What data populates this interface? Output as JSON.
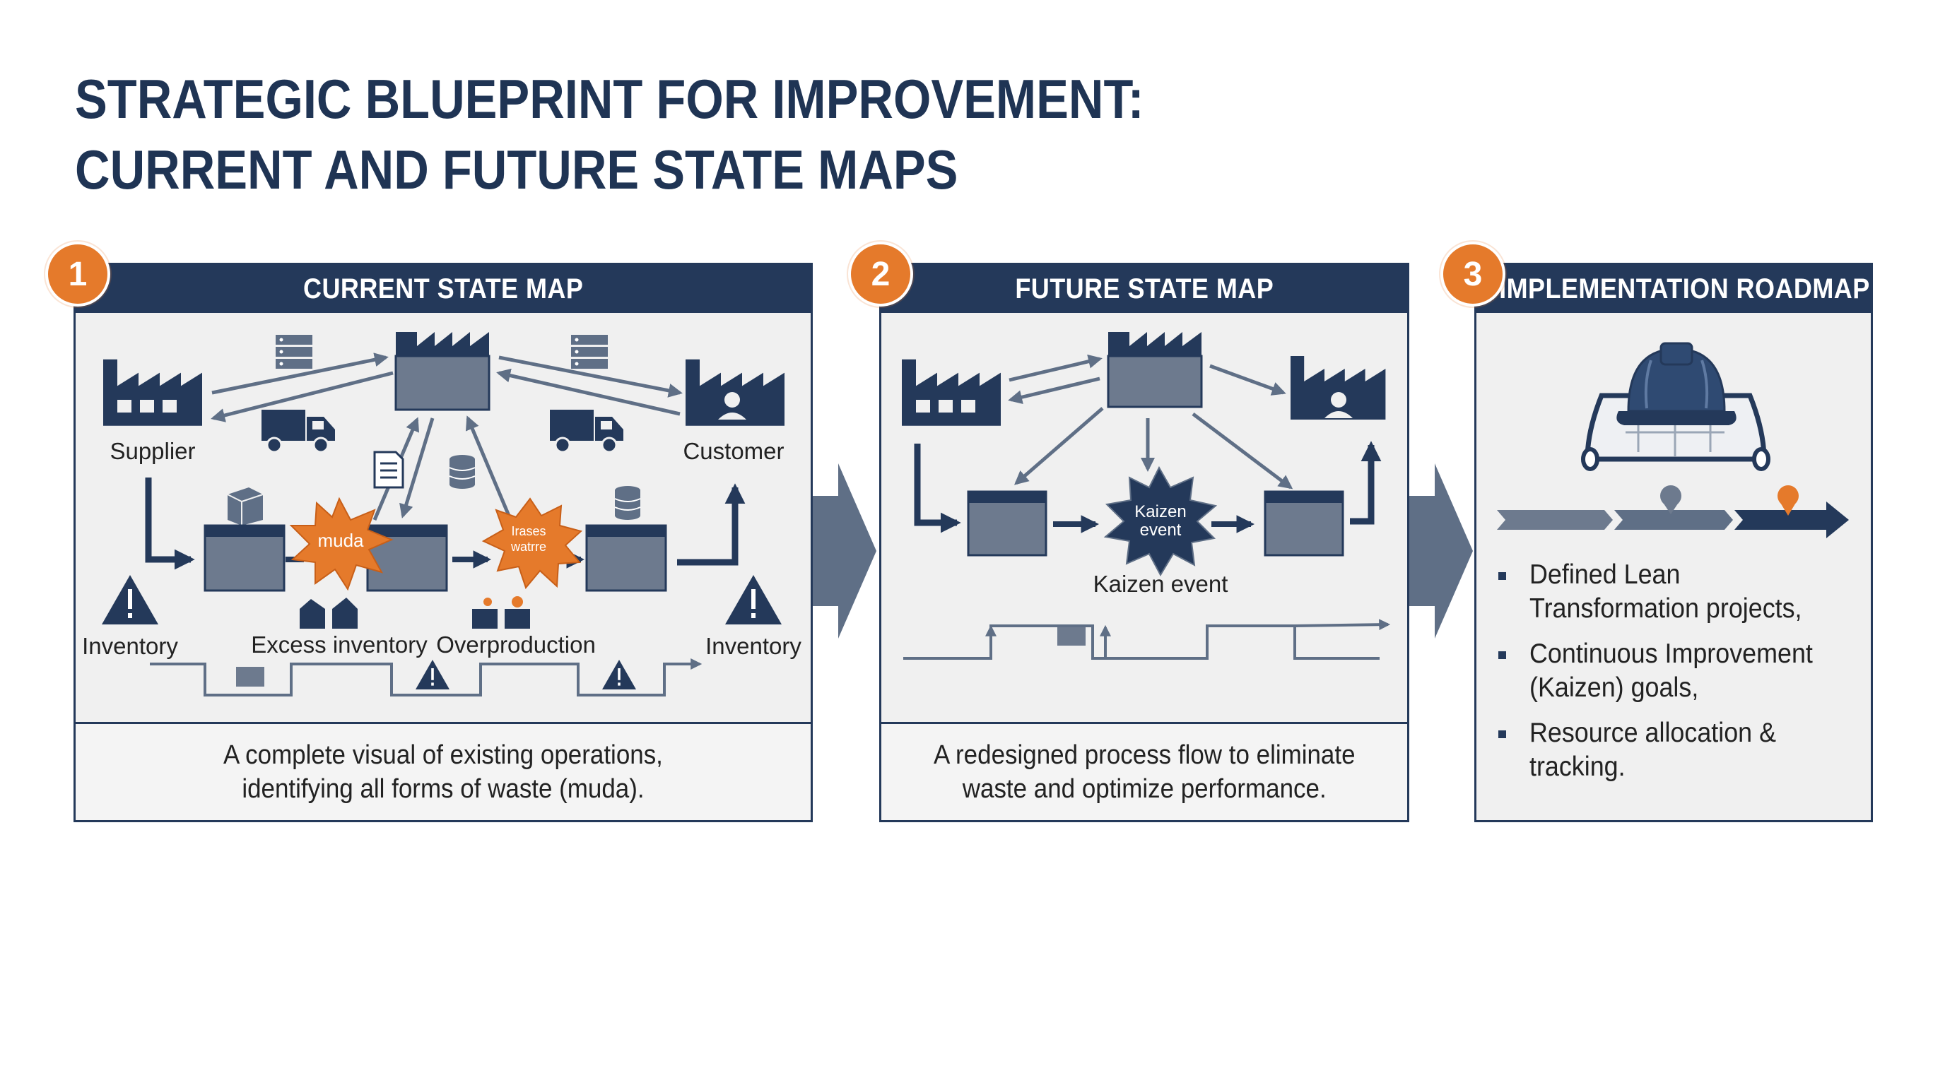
{
  "title": {
    "line1": "STRATEGIC BLUEPRINT FOR IMPROVEMENT:",
    "line2": "CURRENT AND FUTURE STATE MAPS"
  },
  "panels": [
    {
      "number": "1",
      "heading": "CURRENT STATE MAP",
      "caption_line1": "A complete visual of existing operations,",
      "caption_line2": "identifying all forms of waste (muda).",
      "labels": {
        "supplier": "Supplier",
        "customer": "Customer",
        "inventory_left": "Inventory",
        "excess_inventory": "Excess inventory",
        "overproduction": "Overproduction",
        "inventory_right": "Inventory",
        "muda": "muda",
        "burst2_line1": "Irases",
        "burst2_line2": "watrre"
      }
    },
    {
      "number": "2",
      "heading": "FUTURE STATE MAP",
      "caption_line1": "A redesigned process flow to eliminate",
      "caption_line2": "waste and optimize performance.",
      "labels": {
        "kaizen_burst_line1": "Kaizen",
        "kaizen_burst_line2": "event",
        "kaizen_event": "Kaizen event"
      }
    },
    {
      "number": "3",
      "heading": "IMPLEMENTATION ROADMAP",
      "bullets": [
        "Defined Lean Transformation projects,",
        "Continuous Improvement (Kaizen) goals,",
        "Resource allocation & tracking."
      ]
    }
  ],
  "colors": {
    "navy": "#24395a",
    "slate": "#5f6f86",
    "box": "#6d7a8e",
    "orange": "#e57a2b",
    "panel_bg": "#f0f0f0"
  },
  "icons": [
    "factory-icon",
    "truck-icon",
    "server-icon",
    "document-icon",
    "database-icon",
    "warning-icon",
    "box-icon",
    "hard-hat-icon",
    "blueprint-icon",
    "map-pin-icon"
  ]
}
